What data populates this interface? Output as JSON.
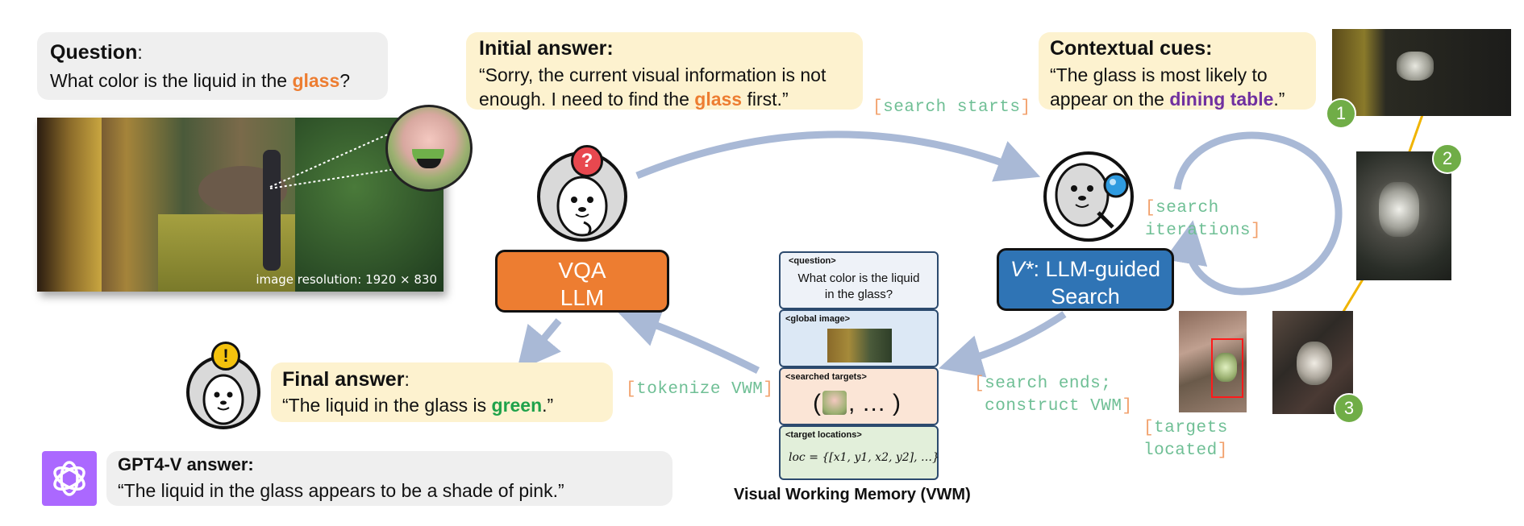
{
  "question": {
    "label": "Question",
    "text_before": "What color is the liquid in the ",
    "highlight": "glass",
    "text_after": "?"
  },
  "image_caption": "image resolution: 1920 × 830",
  "initial_answer": {
    "label": "Initial answer:",
    "line1": "“Sorry, the current visual information is not",
    "line2_before": "enough. I need to find the ",
    "highlight": "glass",
    "line2_after": " first.”"
  },
  "contextual_cues": {
    "label": "Contextual cues:",
    "line1": "“The glass is most likely to",
    "line2_before": "appear on the ",
    "highlight": "dining table",
    "line2_after": ".”"
  },
  "vqa_llm": {
    "line1": "VQA",
    "line2": "LLM"
  },
  "vstar": {
    "line1_star": "V*",
    "line1_rest": ": LLM-guided",
    "line2": "Search"
  },
  "edge_labels": {
    "search_starts": "search starts",
    "search_iterations_1": "search",
    "search_iterations_2": "iterations",
    "search_ends_1": "search ends;",
    "search_ends_2": "construct VWM",
    "tokenize": "tokenize VWM",
    "targets_1": "targets",
    "targets_2": "located"
  },
  "vwm": {
    "title": "Visual Working Memory (VWM)",
    "question_tag": "<question>",
    "question_text_1": "What color is the liquid",
    "question_text_2": "in the glass?",
    "global_tag": "<global image>",
    "targets_tag": "<searched targets>",
    "targets_text": ", … )",
    "targets_open": "(",
    "locations_tag": "<target locations>",
    "locations_text": "loc = {[x1, y1, x2, y2], …}"
  },
  "final_answer": {
    "label": "Final answer",
    "colon": ":",
    "text_before": "“The liquid in the glass is ",
    "highlight": "green",
    "text_after": ".”"
  },
  "gpt4v": {
    "label": "GPT4-V answer:",
    "text": "“The liquid in the glass appears to be a shade of pink.”"
  },
  "steps": [
    "1",
    "2",
    "3"
  ],
  "colors": {
    "orange": "#ed7d31",
    "blue": "#2f74b5",
    "purple": "#7030a0",
    "green": "#1fa24a",
    "arrow": "#a9b9d6",
    "step_badge": "#70ad47"
  },
  "icons": [
    "seal-question-icon",
    "seal-search-icon",
    "seal-alert-icon",
    "openai-logo-icon"
  ]
}
